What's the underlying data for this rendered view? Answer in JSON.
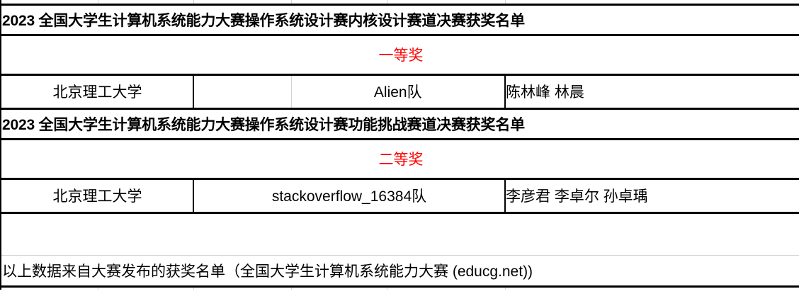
{
  "document": {
    "type": "spreadsheet",
    "sections": [
      {
        "id": "kernel-track",
        "title": "2023 全国大学生计算机系统能力大赛操作系统设计赛内核设计赛道决赛获奖名单",
        "prize": "一等奖",
        "prize_color": "#ff0000",
        "entries": [
          {
            "school": "北京理工大学",
            "spacer": "",
            "team": "Alien队",
            "members": "陈林峰 林晨"
          }
        ]
      },
      {
        "id": "function-track",
        "title": "2023 全国大学生计算机系统能力大赛操作系统设计赛功能挑战赛道决赛获奖名单",
        "prize": "二等奖",
        "prize_color": "#ff0000",
        "entries": [
          {
            "school": "北京理工大学",
            "spacer": "",
            "team": "stackoverflow_16384队",
            "members": "李彦君 李卓尔 孙卓瑀"
          }
        ]
      }
    ],
    "footnote": "以上数据来自大赛发布的获奖名单（全国大学生计算机系统能力大赛 (educg.net))"
  }
}
